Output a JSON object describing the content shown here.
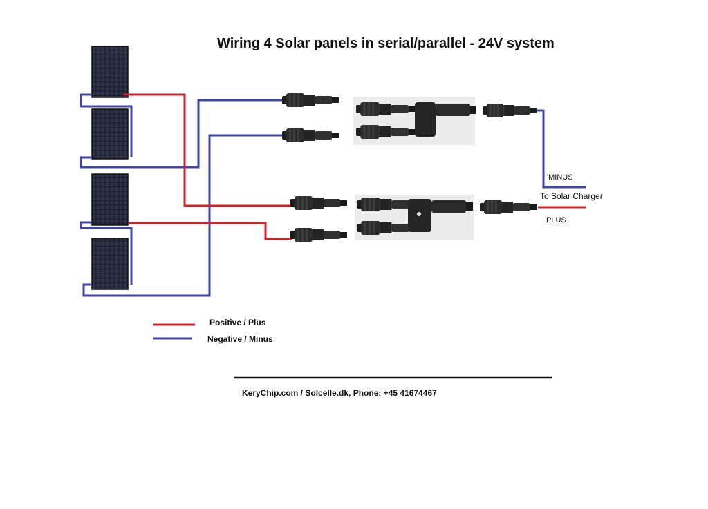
{
  "title": "Wiring 4 Solar panels in serial/parallel - 24V system",
  "labels": {
    "minus": "'MINUS",
    "to_charger": "To Solar Charger",
    "plus": "PLUS"
  },
  "legend": {
    "positive": "Positive / Plus",
    "negative": "Negative / Minus"
  },
  "footer": "KeryChip.com / Solcelle.dk, Phone: +45 41674467",
  "colors": {
    "positive_wire": "#d0202a",
    "negative_wire": "#4046a8",
    "panel": "#1b1e2c",
    "connector": "#2a2a2a"
  },
  "icons": [
    "solar-panel-icon",
    "mc4-connector-icon",
    "mc4-branch-connector-icon"
  ]
}
